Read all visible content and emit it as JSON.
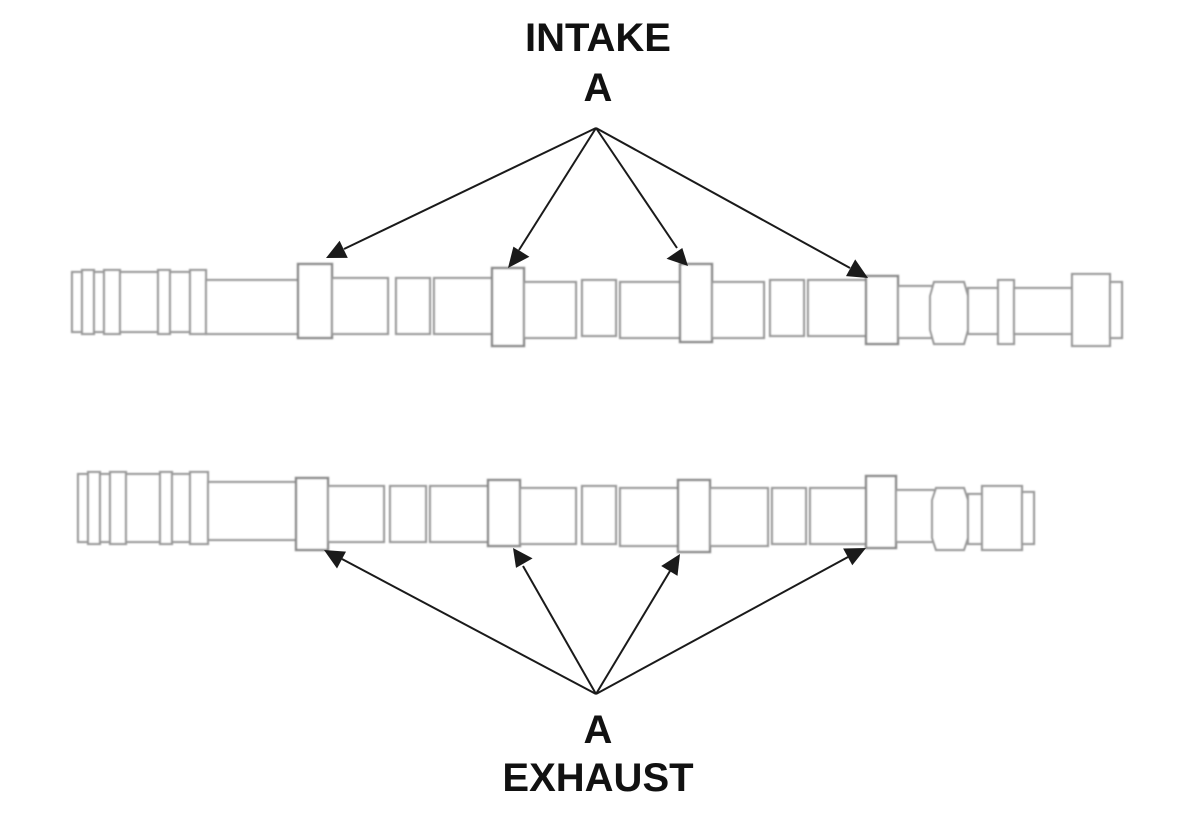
{
  "labels": {
    "intake_title": "INTAKE",
    "intake_callout": "A",
    "exhaust_callout": "A",
    "exhaust_title": "EXHAUST"
  },
  "colors": {
    "text": "#111111",
    "outline": "#9a9a9a",
    "arrow": "#1a1a1a",
    "background": "#ffffff"
  }
}
